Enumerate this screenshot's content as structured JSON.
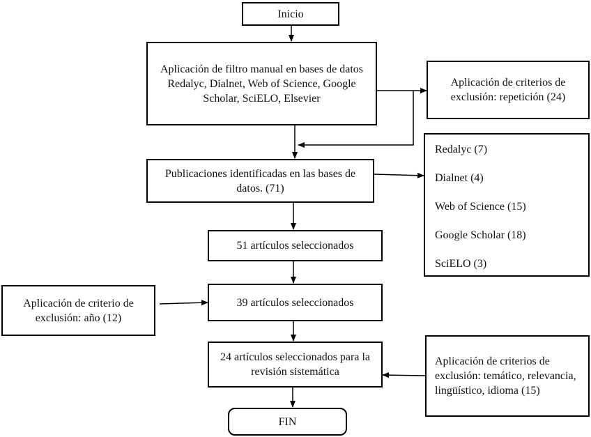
{
  "flowchart": {
    "start": "Inicio",
    "manual_filter": "Aplicación de filtro manual en bases de datos Redalyc, Dialnet, Web of Science, Google Scholar, SciELO, Elsevier",
    "repetition_exclusion": "Aplicación de criterios de exclusión: repetición (24)",
    "identified": "Publicaciones identificadas en las bases de datos. (71)",
    "databases": [
      {
        "label": "Redalyc (7)"
      },
      {
        "label": "Dialnet (4)"
      },
      {
        "label": "Web of Science (15)"
      },
      {
        "label": "Google Scholar (18)"
      },
      {
        "label": "SciELO (3)"
      }
    ],
    "selected_51": "51 artículos seleccionados",
    "year_exclusion": "Aplicación de criterio de exclusión: año (12)",
    "selected_39": "39 artículos seleccionados",
    "selected_24": "24 artículos seleccionados para la revisión sistemática",
    "thematic_exclusion": "Aplicación de criterios de exclusión: temático, relevancia, lingüístico, idioma (15)",
    "end": "FIN"
  }
}
